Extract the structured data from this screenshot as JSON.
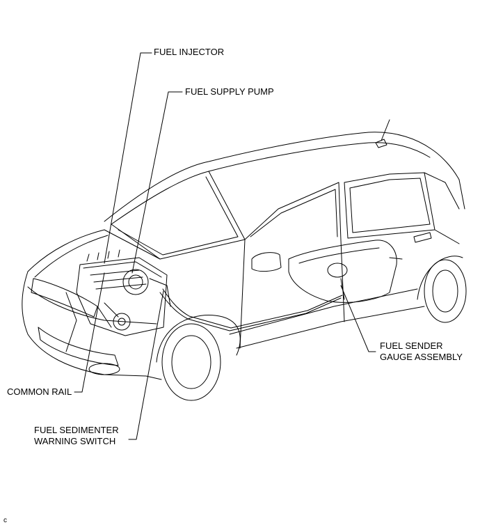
{
  "labels": {
    "fuel_injector": "FUEL INJECTOR",
    "fuel_supply_pump": "FUEL SUPPLY PUMP",
    "fuel_sender_line1": "FUEL SENDER",
    "fuel_sender_line2": "GAUGE ASSEMBLY",
    "common_rail": "COMMON RAIL",
    "sedimenter_line1": "FUEL SEDIMENTER",
    "sedimenter_line2": "WARNING SWITCH"
  },
  "figure_code": "c"
}
